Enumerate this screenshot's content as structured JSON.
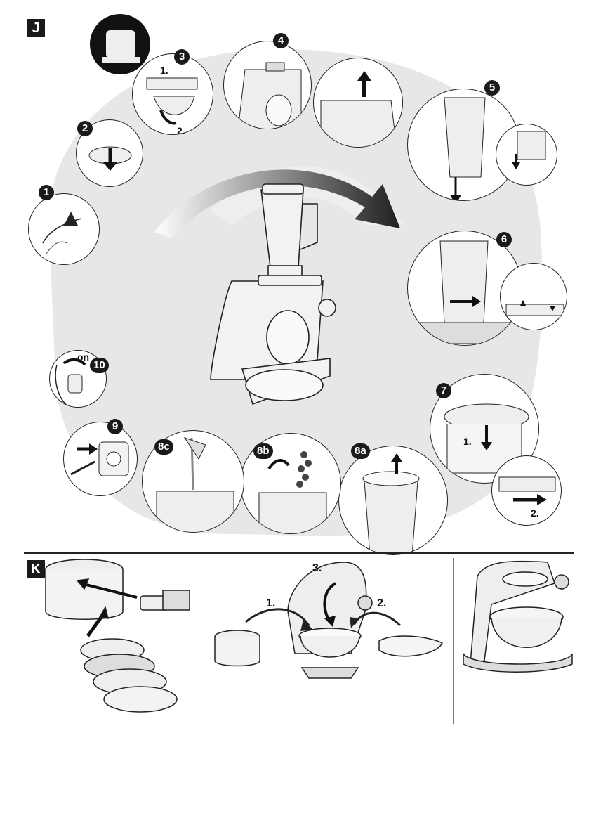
{
  "section_j": {
    "letter": "J",
    "steps": [
      {
        "badge": "1"
      },
      {
        "badge": "2"
      },
      {
        "badge": "3",
        "sub_labels": [
          "1.",
          "2."
        ]
      },
      {
        "badge": "4"
      },
      {
        "badge": "5"
      },
      {
        "badge": "6"
      },
      {
        "badge": "7",
        "sub_labels": [
          "1.",
          "2."
        ]
      },
      {
        "badge": "8a"
      },
      {
        "badge": "8b"
      },
      {
        "badge": "8c"
      },
      {
        "badge": "9"
      },
      {
        "badge": "10",
        "switch_label": "on"
      }
    ]
  },
  "section_k": {
    "letter": "K",
    "assembly_labels": [
      "1.",
      "2.",
      "3."
    ]
  },
  "colors": {
    "ink": "#1a1a1a",
    "swoosh": "#d9d9d9",
    "arrow_dark": "#222222",
    "appliance_fill": "#f2f2f2"
  }
}
